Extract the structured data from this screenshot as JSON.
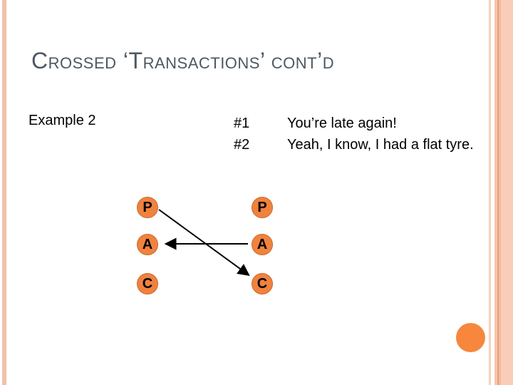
{
  "slide": {
    "title": "Crossed ‘Transactions’ cont’d",
    "example_label": "Example 2",
    "dialogue": [
      {
        "num": "#1",
        "text": "You’re late again!"
      },
      {
        "num": "#2",
        "text": "Yeah, I know, I had a flat tyre."
      }
    ],
    "diagram": {
      "left_nodes": [
        "P",
        "A",
        "C"
      ],
      "right_nodes": [
        "P",
        "A",
        "C"
      ]
    },
    "colors": {
      "title_text": "#4c5862",
      "body_text": "#000000",
      "node_fill": "#f0823f",
      "node_border": "#c96a28",
      "arrow": "#000000",
      "accent_dot": "#f6873c",
      "edge_stripe_light": "#facdba",
      "edge_stripe_dark": "#eca077",
      "edge_stripe_left": "#f2c0ab"
    }
  }
}
